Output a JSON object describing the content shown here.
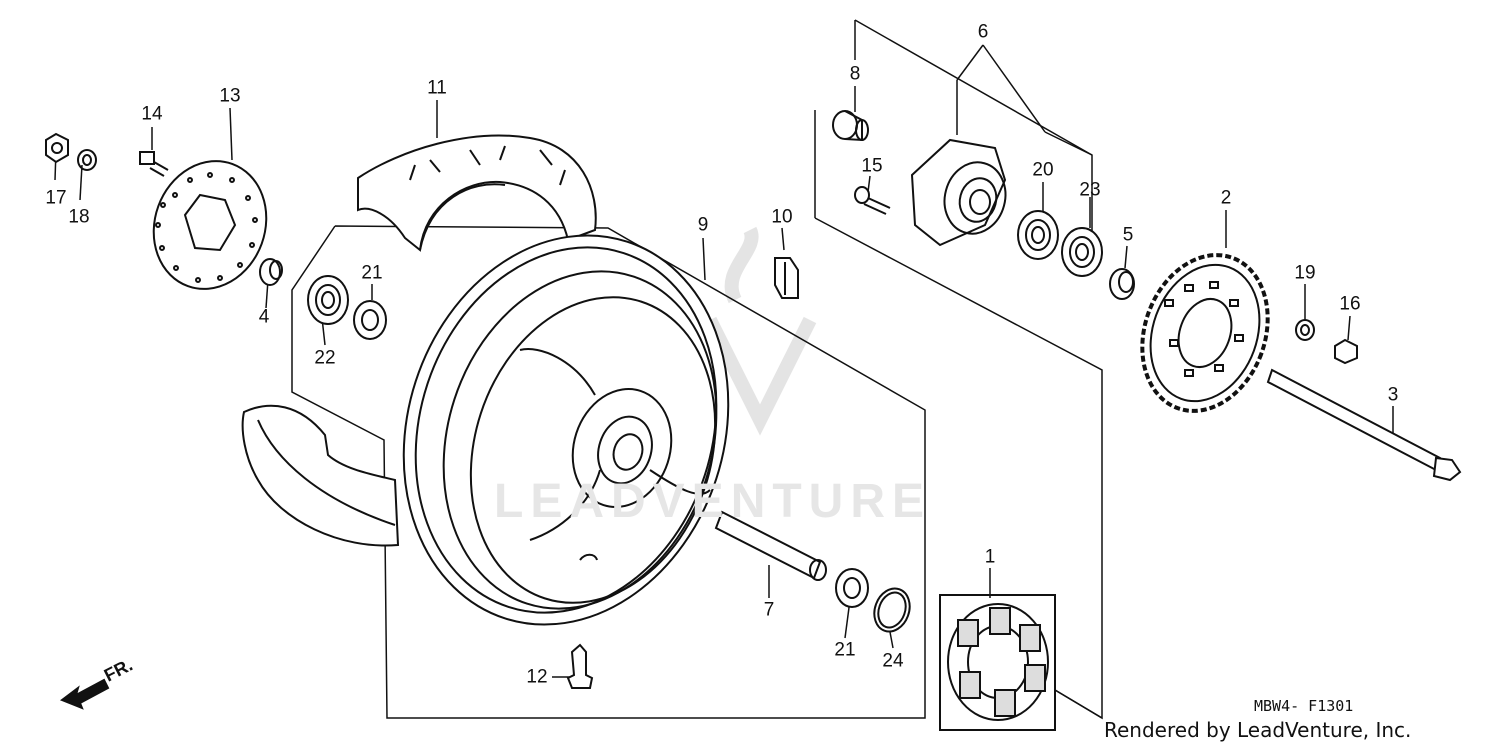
{
  "diagram_code": "MBW4- F1301",
  "credit": "Rendered by LeadVenture, Inc.",
  "front_label": "FR.",
  "watermark": "LEADVENTURE",
  "callouts": {
    "1": "1",
    "2": "2",
    "3": "3",
    "4": "4",
    "5": "5",
    "6": "6",
    "7": "7",
    "8": "8",
    "9": "9",
    "10": "10",
    "11": "11",
    "12": "12",
    "13": "13",
    "14": "14",
    "15": "15",
    "16": "16",
    "17": "17",
    "18": "18",
    "19": "19",
    "20": "20",
    "21": "21",
    "22": "22",
    "23": "23",
    "24": "24"
  }
}
